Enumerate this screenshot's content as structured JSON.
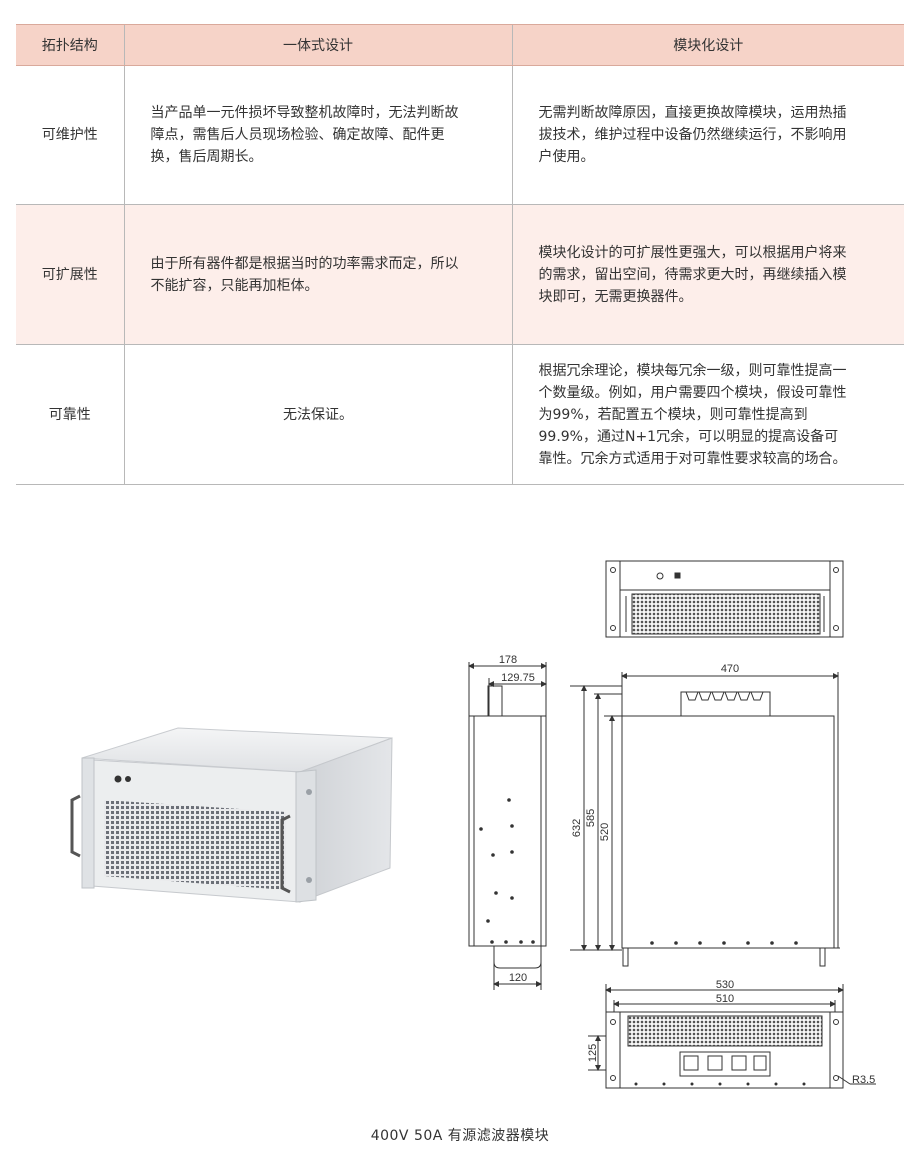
{
  "table": {
    "headers": [
      "拓扑结构",
      "一体式设计",
      "模块化设计"
    ],
    "rows": [
      {
        "label": "可维护性",
        "integrated_lines": [
          "当产品单一元件损坏导致整机故障时，无法判断故",
          "障点，需售后人员现场检验、确定故障、配件更",
          "换，售后周期长。"
        ],
        "modular_lines": [
          "无需判断故障原因，直接更换故障模块，运用热插",
          "拔技术，维护过程中设备仍然继续运行，不影响用",
          "户使用。"
        ]
      },
      {
        "label": "可扩展性",
        "integrated_lines": [
          "由于所有器件都是根据当时的功率需求而定，所以",
          "不能扩容，只能再加柜体。"
        ],
        "modular_lines": [
          "模块化设计的可扩展性更强大，可以根据用户将来",
          "的需求，留出空间，待需求更大时，再继续插入模",
          "块即可，无需更换器件。"
        ]
      },
      {
        "label": "可靠性",
        "integrated_lines": [
          "无法保证。"
        ],
        "modular_lines": [
          "根据冗余理论，模块每冗余一级，则可靠性提高一",
          "个数量级。例如，用户需要四个模块，假设可靠性",
          "为99%，若配置五个模块，则可靠性提高到",
          "99.9%，通过N+1冗余，可以明显的提高设备可",
          "靠性。冗余方式适用于对可靠性要求较高的场合。"
        ]
      }
    ]
  },
  "dimensions": {
    "side_depth": "178",
    "side_depth_inner": "129.75",
    "side_bottom": "120",
    "top_width": "470",
    "height_total": "632",
    "height_mid": "585",
    "height_inner": "520",
    "front_width": "530",
    "front_inner": "510",
    "front_height": "125",
    "hole_radius": "R3.5"
  },
  "caption": "400V 50A 有源滤波器模块"
}
